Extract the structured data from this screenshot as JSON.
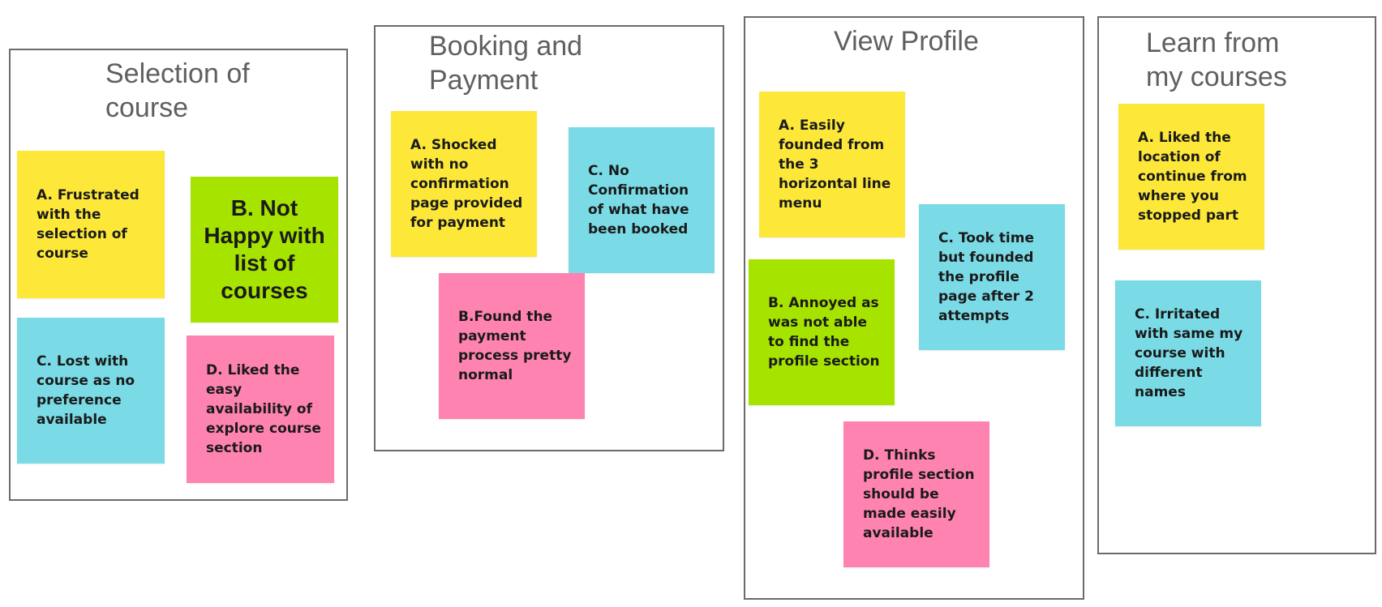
{
  "colors": {
    "yellow": "#FDE83A",
    "green": "#A6E400",
    "cyan": "#7ADBE6",
    "pink": "#FF83B0",
    "border": "#6B6B6B",
    "title": "#5F5F5F"
  },
  "panels": [
    {
      "title": "Selection of\ncourse",
      "notes": [
        {
          "text": "A. Frustrated with the selection of course",
          "color": "yellow"
        },
        {
          "text": "B. Not Happy with list of courses",
          "color": "green"
        },
        {
          "text": "C. Lost with course as no preference available",
          "color": "cyan"
        },
        {
          "text": "D. Liked the easy availability of explore course section",
          "color": "pink"
        }
      ]
    },
    {
      "title": "Booking and\nPayment",
      "notes": [
        {
          "text": "A. Shocked with no confirmation page provided for payment",
          "color": "yellow"
        },
        {
          "text": "C. No Confirmation of what have been booked",
          "color": "cyan"
        },
        {
          "text": "B.Found the payment process pretty normal",
          "color": "pink"
        }
      ]
    },
    {
      "title": "View Profile",
      "notes": [
        {
          "text": "A. Easily founded from the 3 horizontal line menu",
          "color": "yellow"
        },
        {
          "text": "C. Took time but founded the profile page after 2 attempts",
          "color": "cyan"
        },
        {
          "text": "B. Annoyed as was not able to find the profile section",
          "color": "green"
        },
        {
          "text": "D. Thinks profile section should be made easily available",
          "color": "pink"
        }
      ]
    },
    {
      "title": "Learn from\nmy courses",
      "notes": [
        {
          "text": "A. Liked the location of continue from where you stopped part",
          "color": "yellow"
        },
        {
          "text": "C. Irritated with same my course with different names",
          "color": "cyan"
        }
      ]
    }
  ]
}
